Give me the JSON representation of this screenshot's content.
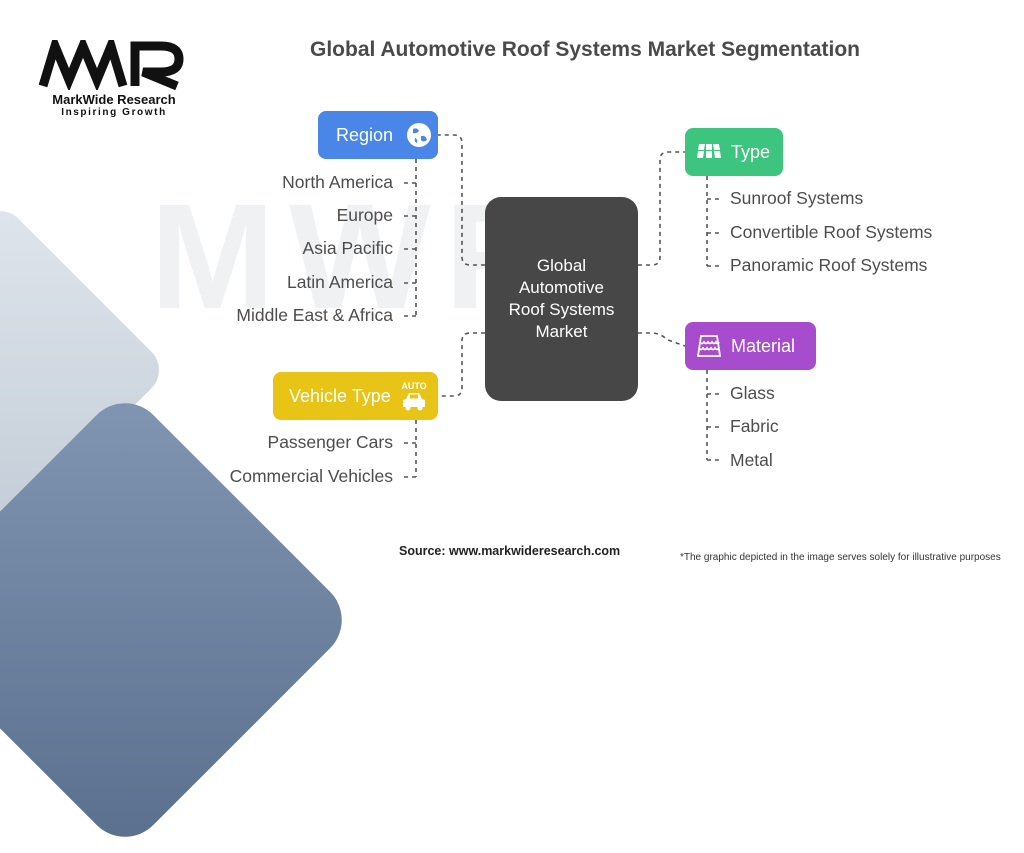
{
  "logo": {
    "mark": "MWR",
    "name": "MarkWide Research",
    "tagline": "Inspiring Growth"
  },
  "watermark": "MWR",
  "title": "Global Automotive Roof Systems Market Segmentation",
  "center": {
    "label": "Global Automotive Roof Systems Market"
  },
  "segments": {
    "region": {
      "label": "Region",
      "color": "#4a86e8",
      "icon": "globe-icon",
      "items": [
        "North America",
        "Europe",
        "Asia Pacific",
        "Latin America",
        "Middle East & Africa"
      ]
    },
    "type": {
      "label": "Type",
      "color": "#3dc47e",
      "icon": "roof-panels-icon",
      "items": [
        "Sunroof Systems",
        "Convertible Roof Systems",
        "Panoramic Roof Systems"
      ]
    },
    "material": {
      "label": "Material",
      "color": "#a64ccd",
      "icon": "roof-tiles-icon",
      "items": [
        "Glass",
        "Fabric",
        "Metal"
      ]
    },
    "vehicle_type": {
      "label": "Vehicle Type",
      "color": "#e8c416",
      "icon": "auto-car-icon",
      "icon_text": "AUTO",
      "items": [
        "Passenger Cars",
        "Commercial Vehicles"
      ]
    }
  },
  "footer": {
    "source": "Source: www.markwideresearch.com",
    "note": "*The graphic depicted in the image serves solely for illustrative purposes"
  }
}
